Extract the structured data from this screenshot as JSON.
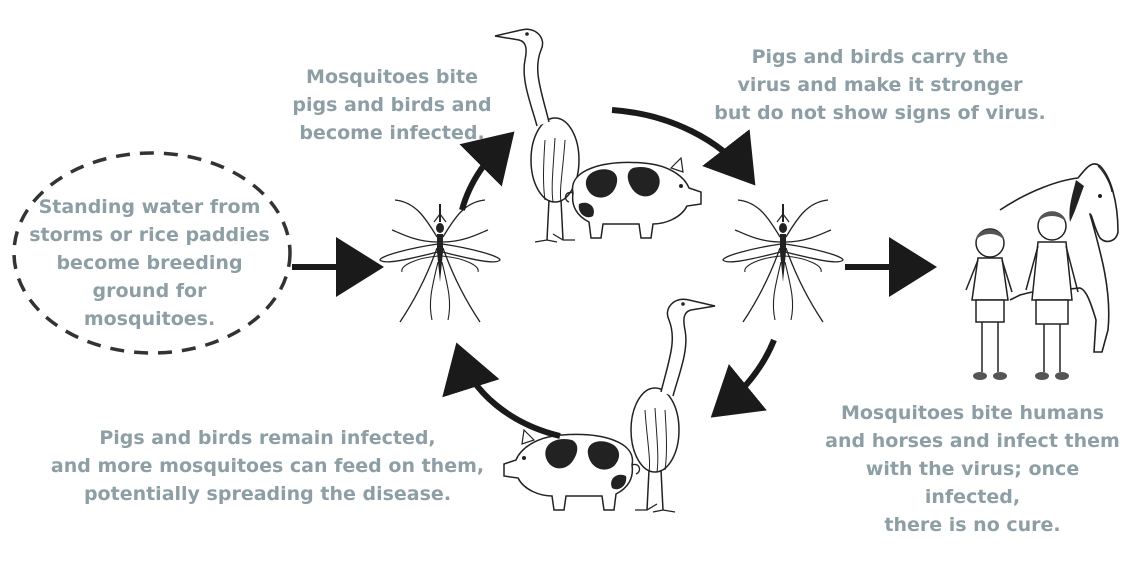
{
  "captions": {
    "breeding": "Standing water from\nstorms or rice paddies\nbecome breeding\nground for\nmosquitoes.",
    "bite_pigs_birds": "Mosquitoes bite\npigs and birds and\nbecome infected.",
    "carry_virus": "Pigs and birds carry the\nvirus and make it stronger\nbut do not show signs of virus.",
    "remain_infected": "Pigs and birds remain infected,\nand more mosquitoes can feed on them,\npotentially spreading the disease.",
    "bite_humans": "Mosquitoes bite humans\nand horses and infect them\nwith the virus; once infected,\nthere is no cure."
  },
  "colors": {
    "caption": "#8e9ea5",
    "line": "#1a1a1a",
    "patch": "#222222"
  },
  "icons": [
    "puddle-outline",
    "mosquito-icon",
    "crane-icon",
    "pig-icon",
    "horse-icon",
    "child-icon"
  ]
}
